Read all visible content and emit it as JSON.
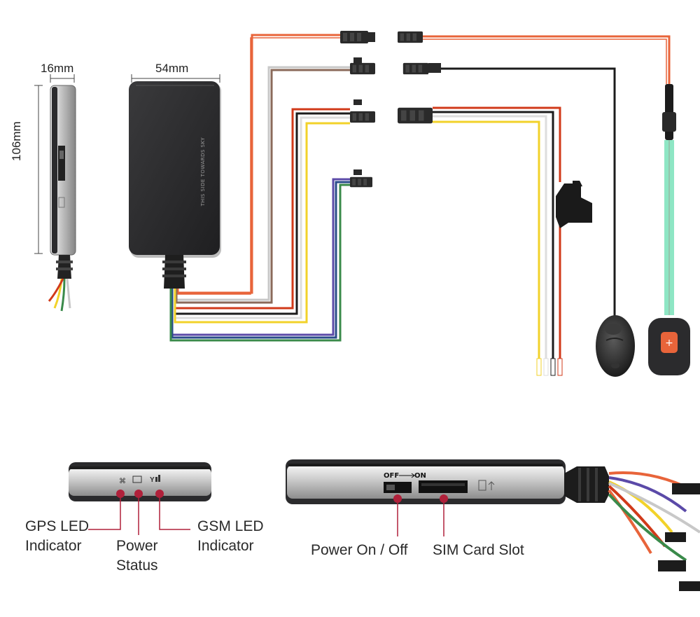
{
  "dimensions": {
    "width_label": "16mm",
    "length_label": "54mm",
    "height_label": "106mm"
  },
  "device_top": {
    "print": "THIS SIDE TOWARDS SKY"
  },
  "side_view": {
    "switch_off": "OFF",
    "switch_on": "ON"
  },
  "callouts": {
    "gps_led": [
      "GPS LED",
      "Indicator"
    ],
    "power_status": [
      "Power",
      "Status"
    ],
    "gsm_led": [
      "GSM LED",
      "Indicator"
    ],
    "power_switch": "Power On / Off",
    "sim_slot": "SIM Card Slot"
  },
  "colors": {
    "wire_orange": "#e8643a",
    "wire_brown": "#8a6a5a",
    "wire_gray": "#c8c8c8",
    "wire_red": "#d13a1a",
    "wire_black": "#1c1c1c",
    "wire_white": "#f4f4f4",
    "wire_yellow": "#f2d22a",
    "wire_purple": "#5b4aa8",
    "wire_blue": "#2a4c8a",
    "wire_green": "#3a8a4a",
    "callout_dot": "#b0203a",
    "device_body": "#2b2b2d",
    "mint_wire": "#8ee6c4"
  }
}
